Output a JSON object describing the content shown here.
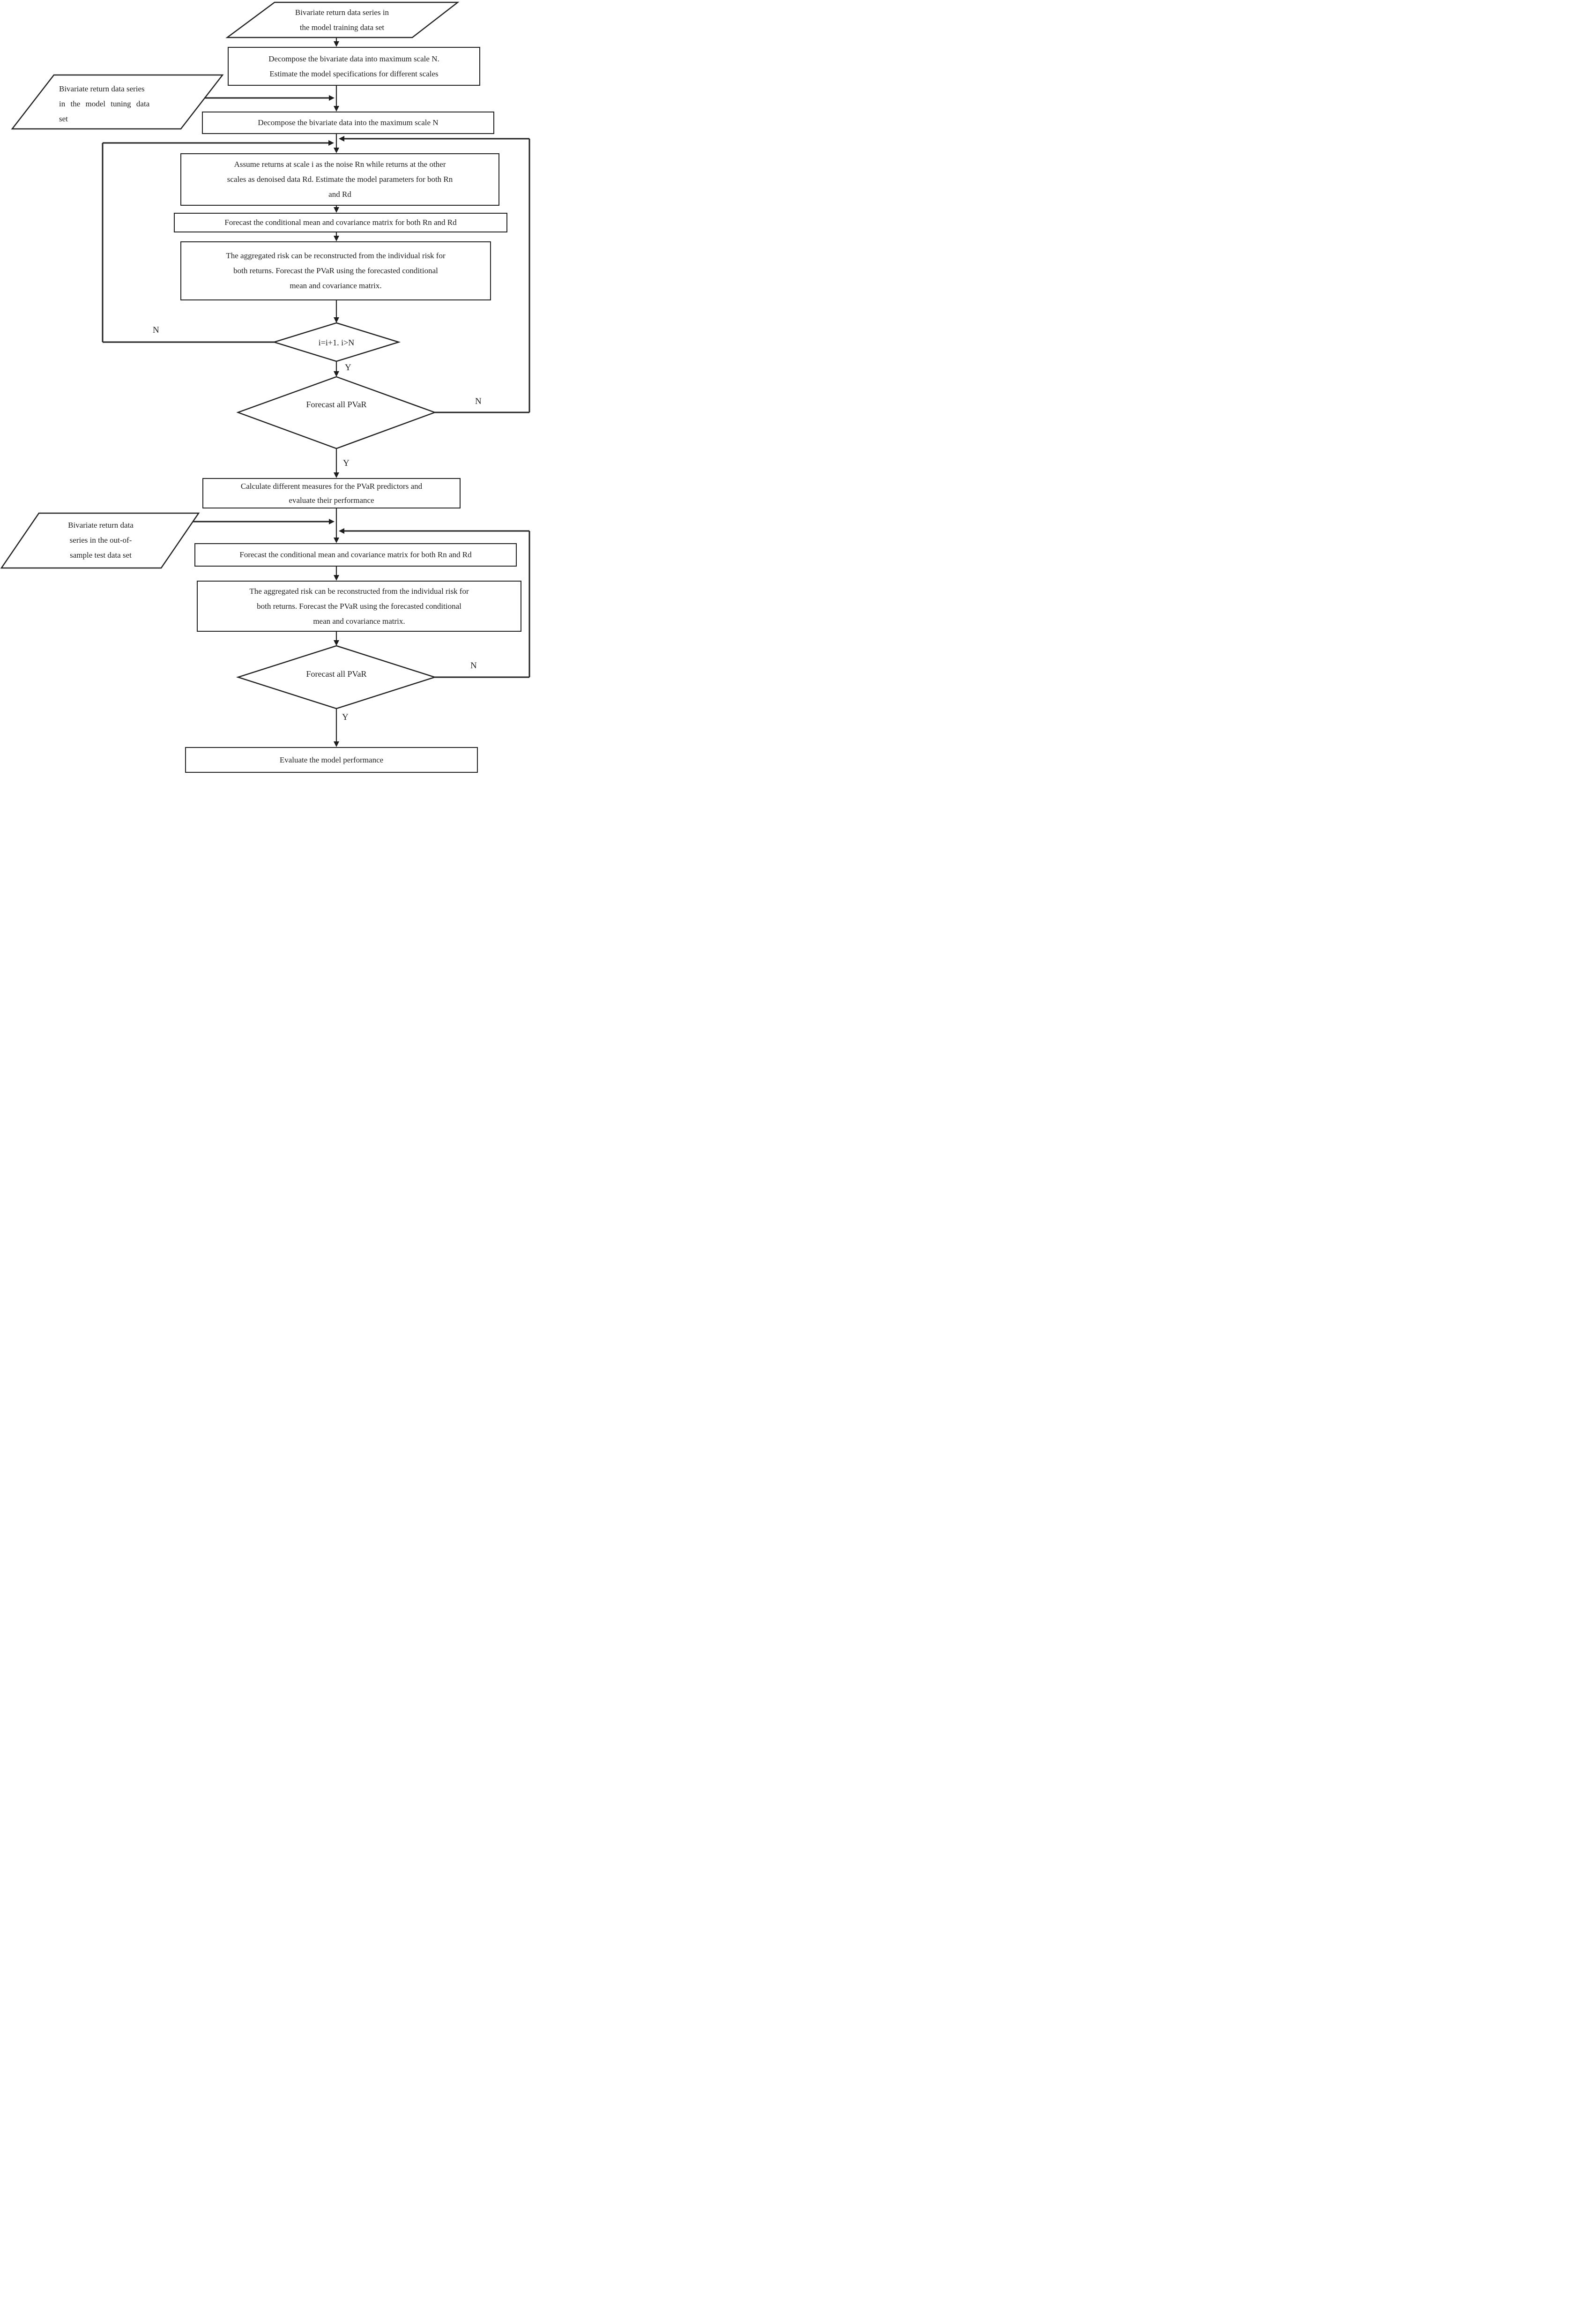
{
  "figure": {
    "background": "#ffffff",
    "ink_color": "#1d1d1d",
    "type": "flowchart"
  },
  "nodes": {
    "training_data": {
      "shape": "parallelogram",
      "text": "Bivariate return data series in\nthe model training data set"
    },
    "decompose_train": {
      "shape": "process",
      "text": "Decompose the bivariate data into maximum scale N.\nEstimate the model specifications for different scales"
    },
    "tuning_data": {
      "shape": "parallelogram",
      "line1": "Bivariate return data series",
      "line2": "in the model tuning data",
      "line3": "set"
    },
    "decompose_tuning": {
      "shape": "process",
      "text": "Decompose the bivariate data into the maximum scale N"
    },
    "assume_returns": {
      "shape": "process",
      "text": "Assume returns at scale i as the noise Rn while returns at the other\nscales as denoised data Rd. Estimate the model parameters for both Rn\nand Rd"
    },
    "forecast_mean_tuning": {
      "shape": "process",
      "text": "Forecast the conditional mean and covariance matrix for both Rn and Rd"
    },
    "aggregate_risk_tuning": {
      "shape": "process",
      "text": "The aggregated risk can be reconstructed from the individual risk for\nboth returns. Forecast the PVaR using the forecasted conditional\nmean and covariance matrix."
    },
    "scale_loop_decision": {
      "shape": "decision",
      "text": "i=i+1. i>N"
    },
    "forecast_all_pvar_tuning": {
      "shape": "decision",
      "text": "Forecast all PVaR"
    },
    "calculate_measures": {
      "shape": "process",
      "text": "Calculate different measures for the PVaR predictors and\nevaluate their performance"
    },
    "test_data": {
      "shape": "parallelogram",
      "text": "Bivariate return data\nseries in the out-of-\nsample test data set"
    },
    "forecast_mean_test": {
      "shape": "process",
      "text": "Forecast the conditional mean and covariance matrix for both Rn and Rd"
    },
    "aggregate_risk_test": {
      "shape": "process",
      "text": "The aggregated risk can be reconstructed from the individual risk for\nboth returns. Forecast the PVaR using the forecasted conditional\nmean and covariance matrix."
    },
    "forecast_all_pvar_test": {
      "shape": "decision",
      "text": "Forecast all PVaR"
    },
    "evaluate_performance": {
      "shape": "process",
      "text": "Evaluate the model performance"
    }
  },
  "branch_labels": {
    "scale_loop_no": "N",
    "scale_loop_yes": "Y",
    "tuning_pvar_no": "N",
    "tuning_pvar_yes": "Y",
    "test_pvar_no": "N",
    "test_pvar_yes": "Y"
  }
}
